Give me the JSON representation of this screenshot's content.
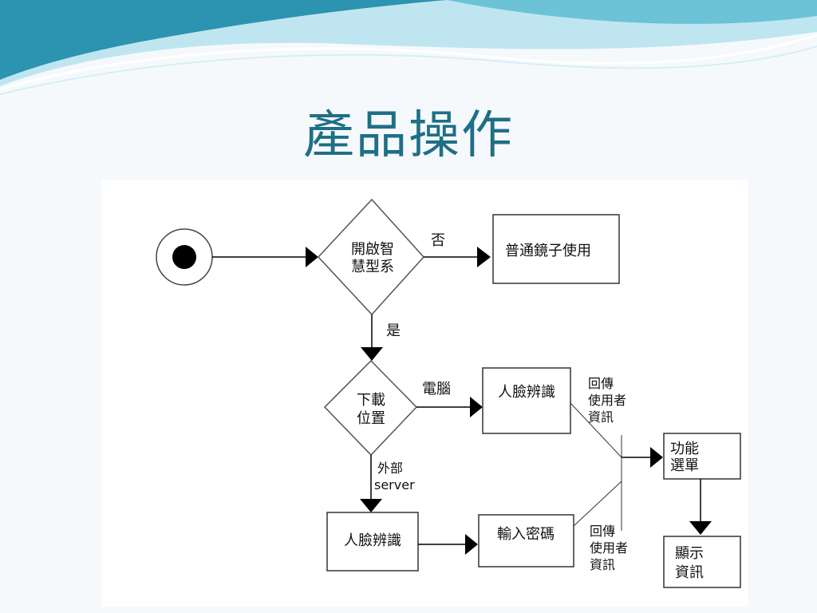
{
  "slide": {
    "title": "產品操作",
    "colors": {
      "title": "#1f6f86",
      "wave_dark": "#2c93b0",
      "wave_light": "#b9e4ef",
      "background": "#f6f9fc"
    }
  },
  "diagram": {
    "start_icon": "start-node-icon",
    "decision_smart": [
      "開啟智",
      "慧型系"
    ],
    "edge_no": "否",
    "box_normal_mirror": "普通鏡子使用",
    "edge_yes": "是",
    "decision_download": [
      "下載",
      "位置"
    ],
    "edge_computer": "電腦",
    "box_face_rec_computer": "人臉辨識",
    "return_user_info_top": [
      "回傳",
      "使用者",
      "資訊"
    ],
    "box_function_menu": [
      "功能",
      "選單"
    ],
    "edge_external": [
      "外部",
      "server"
    ],
    "box_face_rec_server": "人臉辨識",
    "box_password": "輸入密碼",
    "return_user_info_bottom": [
      "回傳",
      "使用者",
      "資訊"
    ],
    "box_display_info": [
      "顯示",
      "資訊"
    ]
  }
}
